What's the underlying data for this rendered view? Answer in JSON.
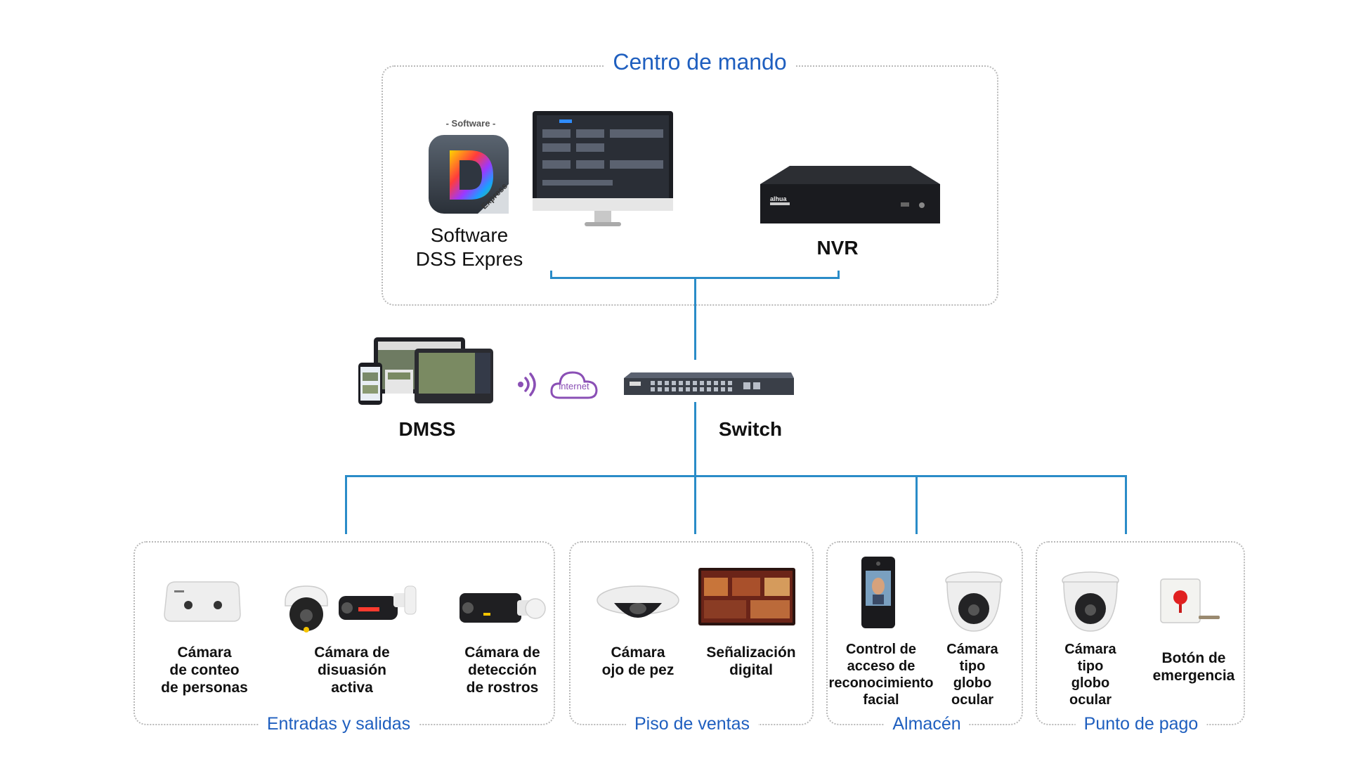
{
  "command_center": {
    "title": "Centro de mando",
    "software_badge": "- Software -",
    "software_icon_text": "Express",
    "software_label": [
      "Software",
      "DSS Expres"
    ],
    "nvr_label": "NVR",
    "nvr_logo": "alhua"
  },
  "network": {
    "dmss_label": "DMSS",
    "internet_label": "internet",
    "switch_label": "Switch"
  },
  "zones": {
    "entradas": {
      "title": "Entradas y salidas",
      "devices": [
        [
          "Cámara",
          "de conteo",
          "de personas"
        ],
        [
          "Cámara de",
          "disuasión",
          "activa"
        ],
        [
          "Cámara de",
          "detección",
          "de rostros"
        ]
      ]
    },
    "piso": {
      "title": "Piso de ventas",
      "devices": [
        [
          "Cámara",
          "ojo de pez"
        ],
        [
          "Señalización",
          "digital"
        ]
      ]
    },
    "almacen": {
      "title": "Almacén",
      "devices": [
        [
          "Control de",
          "acceso de",
          "reconocimiento",
          "facial"
        ],
        [
          "Cámara",
          "tipo",
          "globo",
          "ocular"
        ]
      ]
    },
    "pago": {
      "title": "Punto de pago",
      "devices": [
        [
          "Cámara",
          "tipo",
          "globo",
          "ocular"
        ],
        [
          "Botón de",
          "emergencia"
        ]
      ]
    }
  },
  "colors": {
    "accent_blue": "#1f5fbf",
    "wire_blue": "#2a8cc8",
    "dotted_border": "#b9b9b9",
    "internet_purple": "#8a4fb5"
  }
}
